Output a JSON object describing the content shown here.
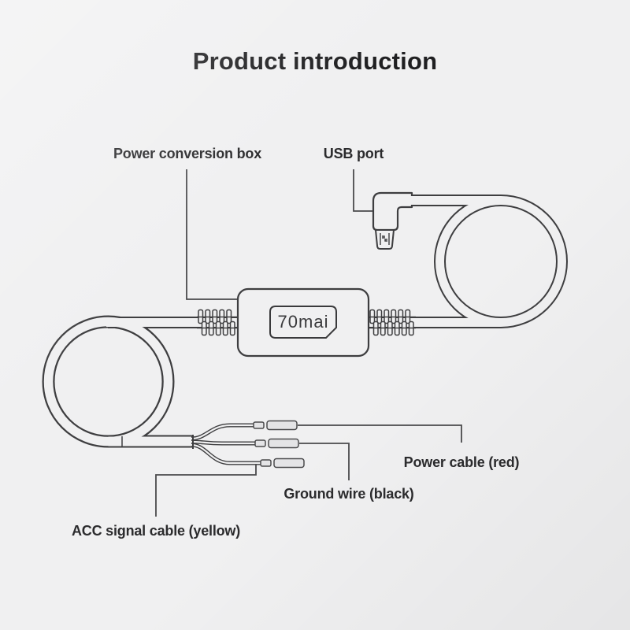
{
  "title": "Product introduction",
  "logo": "70mai",
  "labels": {
    "power_conversion_box": "Power conversion box",
    "usb_port": "USB port",
    "power_cable": "Power cable (red)",
    "ground_wire": "Ground wire (black)",
    "acc_signal_cable": "ACC signal cable (yellow)"
  },
  "colors": {
    "background": "#f0f0f1",
    "line": "#3e3e40",
    "leader_line": "#4a4a4c",
    "text": "#2b2b2d",
    "terminal_fill": "#e4e4e6"
  }
}
